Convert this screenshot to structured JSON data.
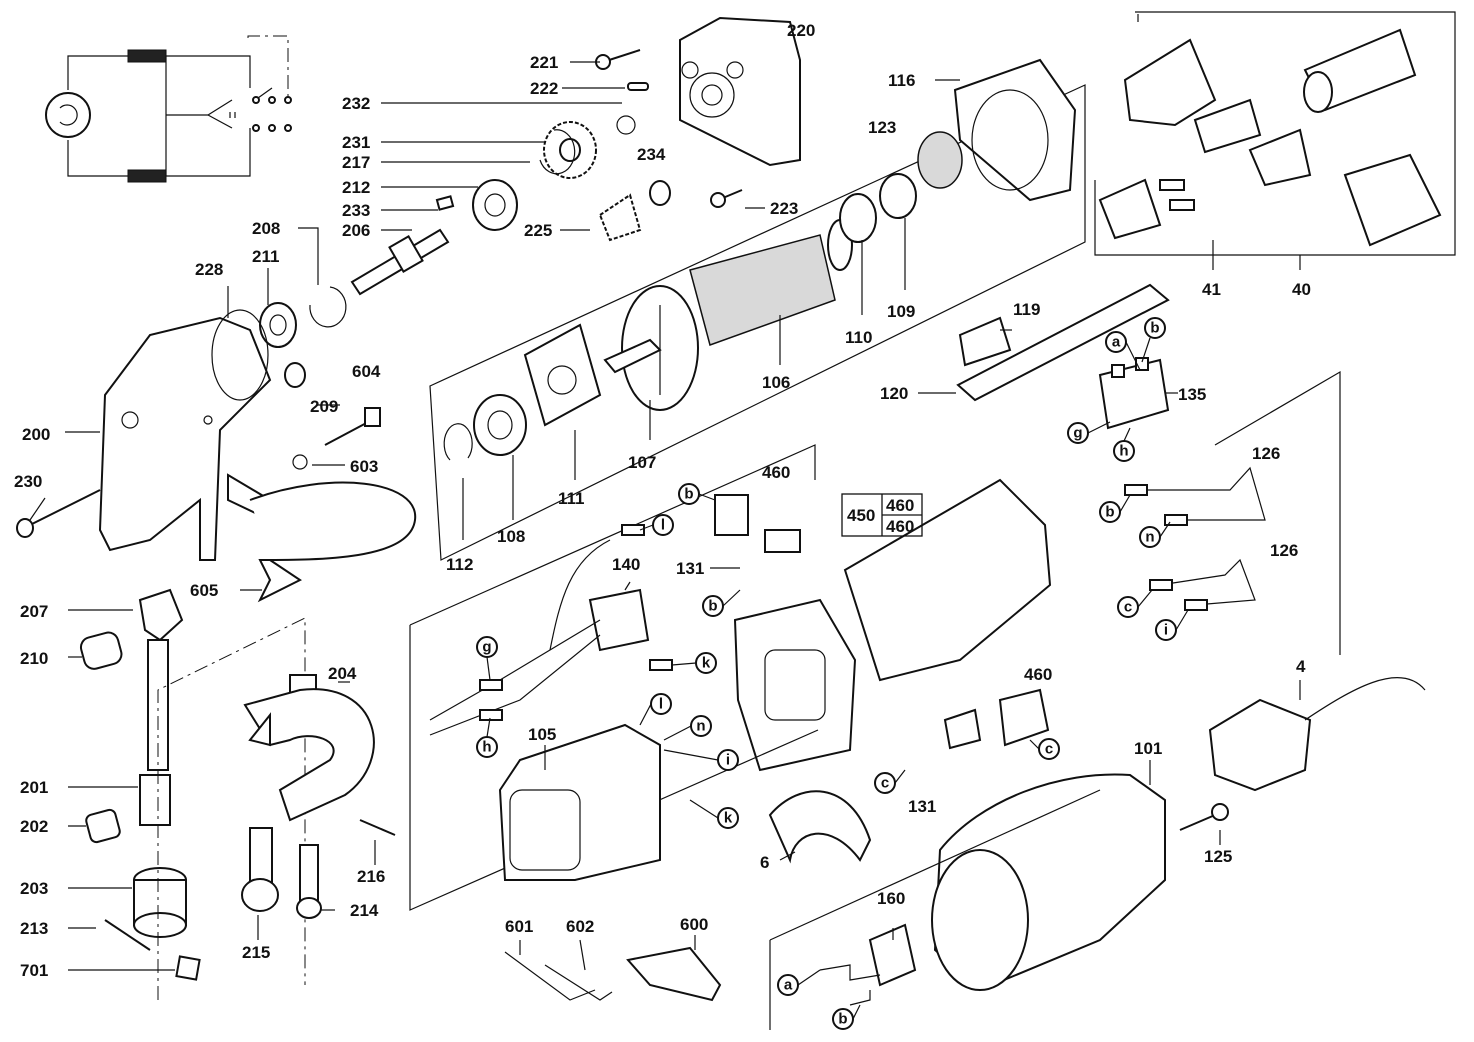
{
  "labels": {
    "p221": "221",
    "p220": "220",
    "p222": "222",
    "p232": "232",
    "p231": "231",
    "p217": "217",
    "p212": "212",
    "p233": "233",
    "p206": "206",
    "p234": "234",
    "p223": "223",
    "p225": "225",
    "p208": "208",
    "p211": "211",
    "p228": "228",
    "p116": "116",
    "p123": "123",
    "p41": "41",
    "p40": "40",
    "p110": "110",
    "p109": "109",
    "p106": "106",
    "p119": "119",
    "p120": "120",
    "p135": "135",
    "p604": "604",
    "p209": "209",
    "p200": "200",
    "p603": "603",
    "p230": "230",
    "p112": "112",
    "p108": "108",
    "p111": "111",
    "p107": "107",
    "p460a": "460",
    "p450": "450",
    "p460b": "460",
    "p460c": "460",
    "p126a": "126",
    "p126b": "126",
    "p605": "605",
    "p131a": "131",
    "p140": "140",
    "p207": "207",
    "p210": "210",
    "p204": "204",
    "p105": "105",
    "p460d": "460",
    "p4": "4",
    "p201": "201",
    "p202": "202",
    "p131b": "131",
    "p101": "101",
    "p203": "203",
    "p216": "216",
    "p6": "6",
    "p125": "125",
    "p213": "213",
    "p214": "214",
    "p215": "215",
    "p601": "601",
    "p602": "602",
    "p600": "600",
    "p160": "160",
    "p701": "701"
  },
  "letters": {
    "a1": "a",
    "b1": "b",
    "g1": "g",
    "h1": "h",
    "b2": "b",
    "n1": "n",
    "c1": "c",
    "i1": "i",
    "b3": "b",
    "l1": "l",
    "b4": "b",
    "g2": "g",
    "k1": "k",
    "h2": "h",
    "l2": "l",
    "n2": "n",
    "i2": "i",
    "k2": "k",
    "c2": "c",
    "c3": "c",
    "a2": "a",
    "b5": "b"
  }
}
